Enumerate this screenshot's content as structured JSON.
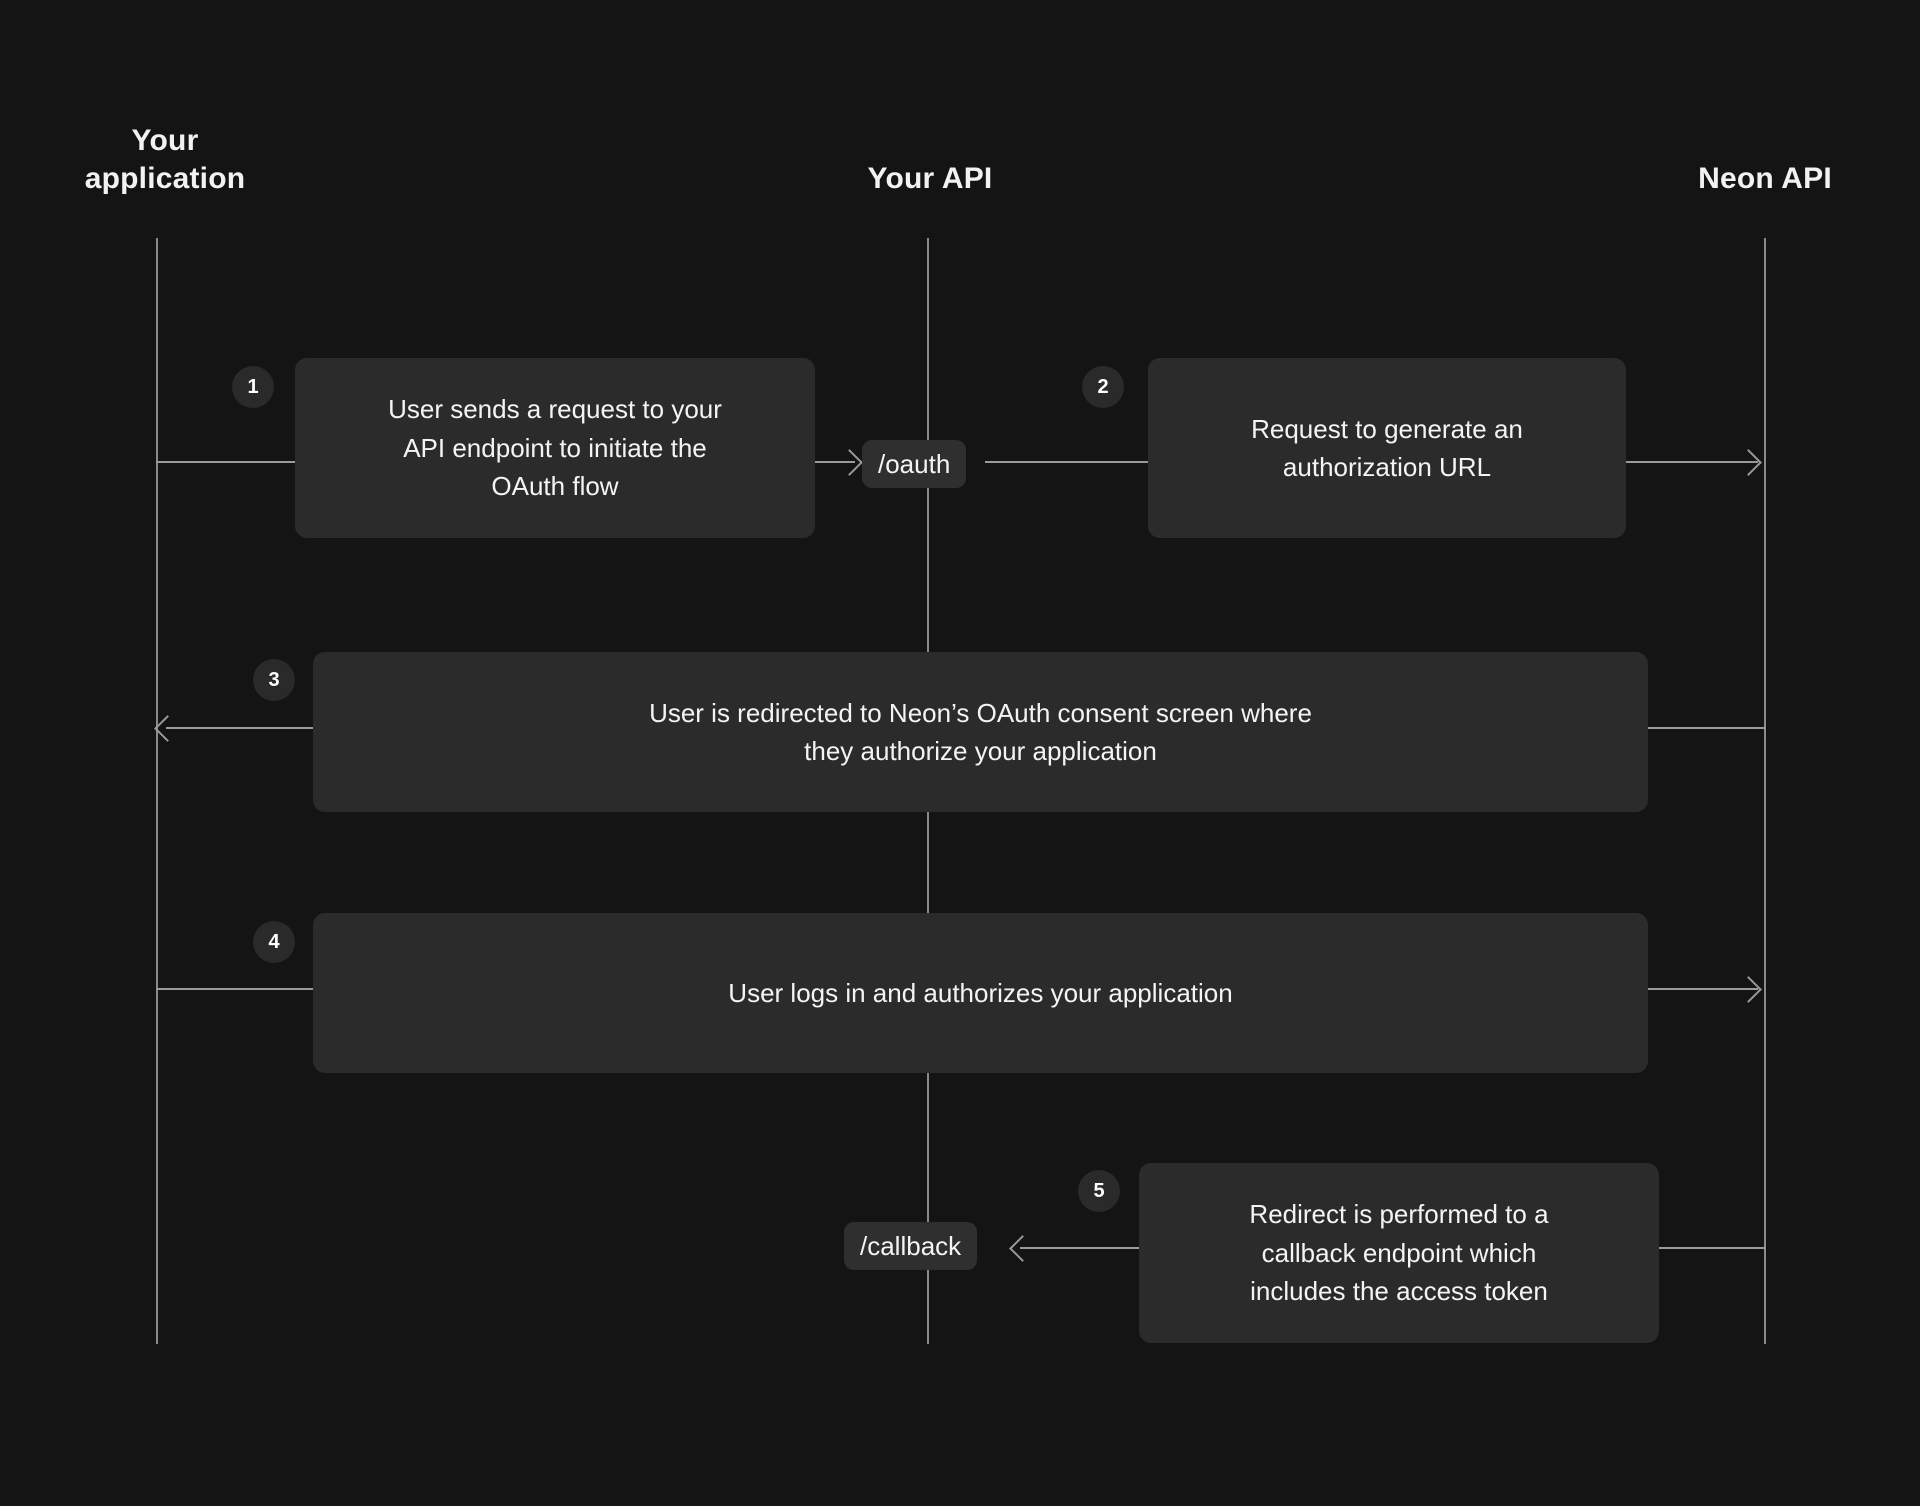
{
  "diagram": {
    "title": "Neon OAuth flow sequence diagram",
    "background_color": "#141414",
    "box_color": "#2b2b2b",
    "line_color": "#9a9a9a",
    "text_color": "#f4f4f4",
    "columns": [
      {
        "id": "your-application",
        "label": "Your\napplication"
      },
      {
        "id": "your-api",
        "label": "Your API"
      },
      {
        "id": "neon-api",
        "label": "Neon API"
      }
    ],
    "steps": [
      {
        "number": "1",
        "text": "User sends a request to your\nAPI endpoint to initiate the\nOAuth flow",
        "from": "your-application",
        "to": "your-api",
        "direction": "right"
      },
      {
        "number": "2",
        "text": "Request to generate an\nauthorization URL",
        "from": "your-api",
        "to": "neon-api",
        "direction": "right"
      },
      {
        "number": "3",
        "text": "User is redirected to Neon’s OAuth consent screen where\nthey authorize your application",
        "from": "neon-api",
        "to": "your-application",
        "direction": "left"
      },
      {
        "number": "4",
        "text": "User logs in and authorizes your application",
        "from": "your-application",
        "to": "neon-api",
        "direction": "right"
      },
      {
        "number": "5",
        "text": "Redirect is performed to a\ncallback endpoint which\nincludes the access token",
        "from": "neon-api",
        "to": "your-api",
        "direction": "left"
      }
    ],
    "endpoints": [
      {
        "id": "oauth",
        "label": "/oauth"
      },
      {
        "id": "callback",
        "label": "/callback"
      }
    ]
  }
}
